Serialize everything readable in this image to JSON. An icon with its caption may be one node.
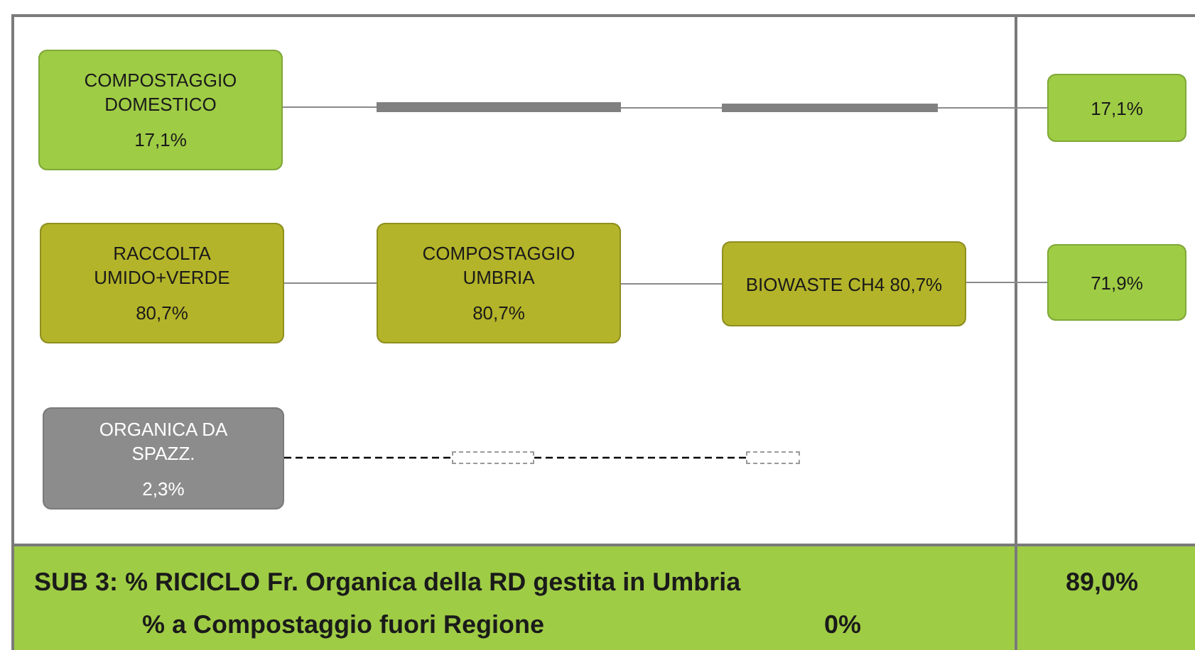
{
  "diagram": {
    "nodes": [
      {
        "text": [
          "COMPOSTAGGIO DOMESTICO",
          "17,1%"
        ]
      },
      {
        "text": [],
        "shape": "bar"
      },
      {
        "text": [],
        "shape": "bar"
      },
      {
        "text": [
          "17,1%"
        ]
      },
      {
        "text": [
          "RACCOLTA UMIDO+VERDE",
          "80,7%"
        ]
      },
      {
        "text": [
          "COMPOSTAGGIO UMBRIA",
          "80,7%"
        ]
      },
      {
        "text": [
          "BIOWASTE CH4 80,7%"
        ]
      },
      {
        "text": [
          "71,9%"
        ]
      },
      {
        "text": [
          "ORGANICA DA SPAZZ.",
          "2,3%"
        ]
      },
      {
        "text": [],
        "shape": "box"
      },
      {
        "text": [],
        "shape": "box"
      }
    ],
    "edges": [
      {
        "from": 0,
        "to": 1,
        "arrow": "none"
      },
      {
        "from": 1,
        "to": 2,
        "arrow": "none"
      },
      {
        "from": 2,
        "to": 3,
        "arrow": "none"
      },
      {
        "from": 4,
        "to": 5,
        "arrow": "none"
      },
      {
        "from": 5,
        "to": 6,
        "arrow": "none"
      },
      {
        "from": 6,
        "to": 7,
        "arrow": "none"
      },
      {
        "from": 8,
        "to": 9,
        "arrow": "none",
        "style": "dashed",
        "color": "#000000"
      },
      {
        "from": 9,
        "to": 10,
        "arrow": "none",
        "style": "dashed",
        "color": "#000000"
      }
    ],
    "labels": [
      "SUB 3: % RICICLO Fr. Organica della RD gestita in Umbria",
      "89,0%",
      "% a Compostaggio fuori Regione",
      "0%"
    ]
  }
}
